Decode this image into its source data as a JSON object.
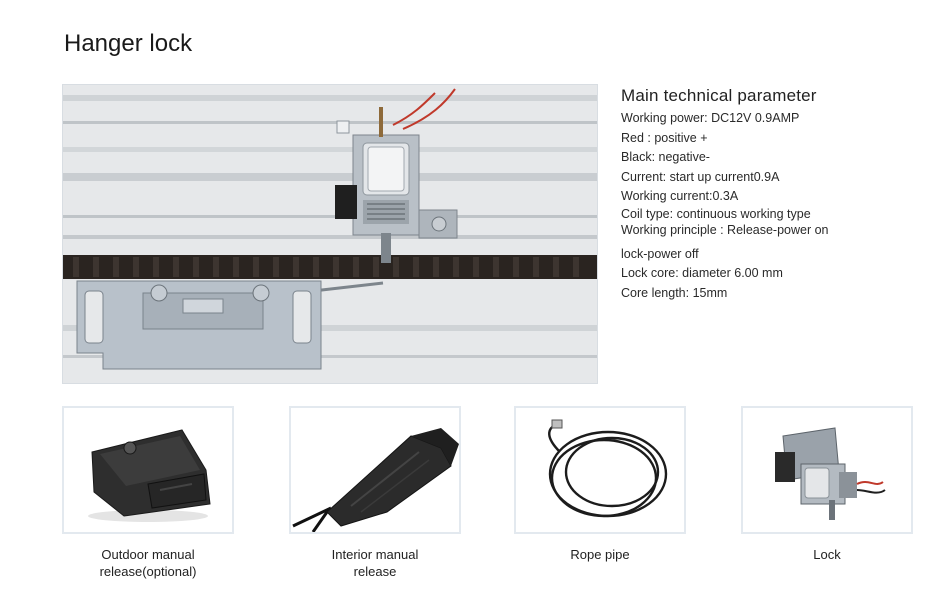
{
  "page": {
    "title": "Hanger lock"
  },
  "parameters": {
    "heading": "Main  technical parameter",
    "lines": [
      "Working power: DC12V 0.9AMP",
      "Red : positive +",
      "Black: negative-",
      "Current: start up current0.9A",
      "Working current:0.3A",
      "Coil type: continuous working type",
      "Working principle : Release-power on",
      "",
      "lock-power off",
      "Lock core: diameter 6.00 mm",
      "Core length: 15mm"
    ]
  },
  "accessories": [
    {
      "caption": "Outdoor manual\nrelease(optional)"
    },
    {
      "caption": "Interior manual\nrelease"
    },
    {
      "caption": "Rope pipe"
    },
    {
      "caption": "Lock"
    }
  ]
}
